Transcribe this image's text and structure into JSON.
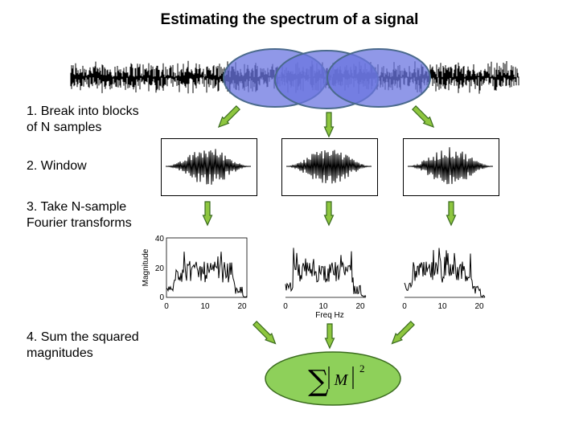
{
  "title": "Estimating the spectrum of a signal",
  "steps": [
    {
      "line1": "1. Break into blocks",
      "line2": "of N samples"
    },
    {
      "line1": "2. Window",
      "line2": ""
    },
    {
      "line1": "3. Take N-sample",
      "line2": "Fourier transforms"
    },
    {
      "line1": "4. Sum the squared",
      "line2": "magnitudes"
    }
  ],
  "spectrum_axes": {
    "ylabel": "Magnitude",
    "xlabel": "Freq  Hz",
    "yticks": [
      "40",
      "20",
      "0"
    ],
    "xticks": [
      "0",
      "10",
      "20"
    ]
  },
  "formula": {
    "sum": "∑",
    "term": "M",
    "power": "2"
  },
  "colors": {
    "ellipse_fill": "#6b75e0",
    "ellipse_stroke": "#4a6a8c",
    "arrow_fill": "#8ec63f",
    "arrow_stroke": "#3a6b1e",
    "formula_fill": "#8ed05a",
    "formula_stroke": "#3a6b1e"
  }
}
